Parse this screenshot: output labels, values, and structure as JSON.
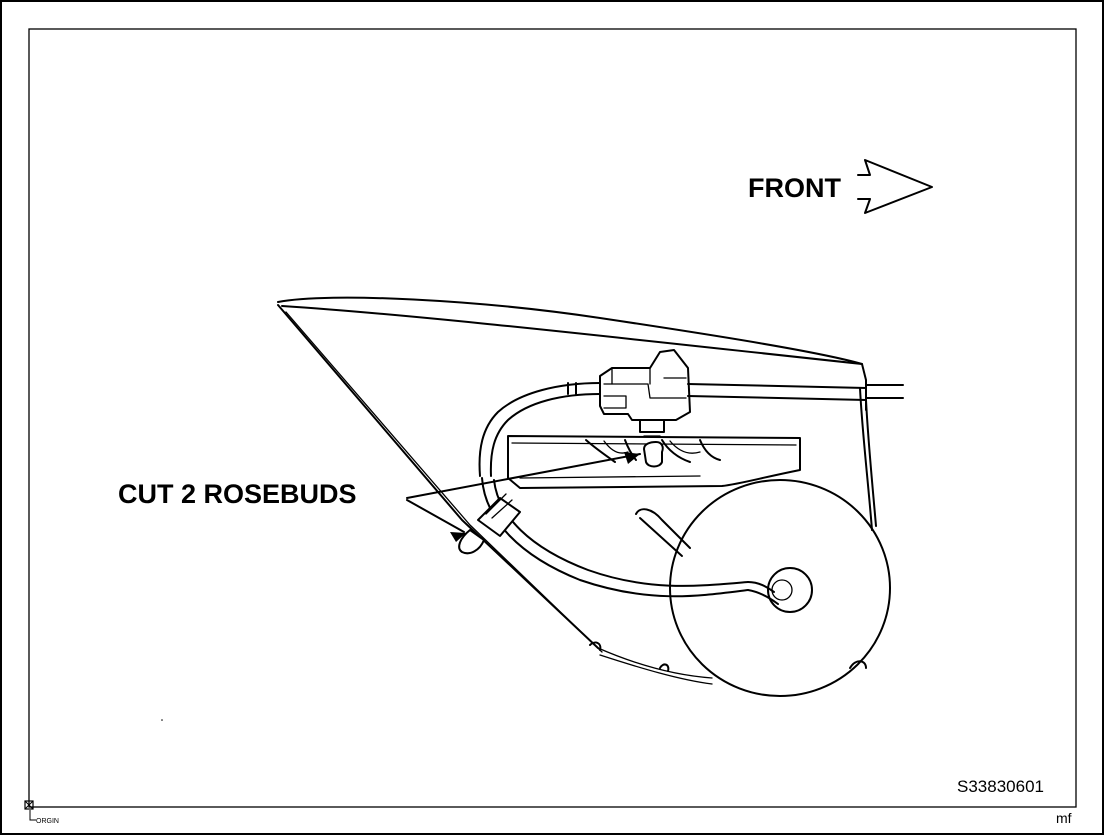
{
  "labels": {
    "front": "FRONT",
    "callout": "CUT 2 ROSEBUDS",
    "figure_id": "S33830601",
    "origin": "ORGIN",
    "author": "mf"
  },
  "colors": {
    "ink": "#000000",
    "paper": "#ffffff"
  },
  "icons": {
    "front_arrow": "outline-arrow-right-icon",
    "origin_marker": "origin-box-icon"
  }
}
